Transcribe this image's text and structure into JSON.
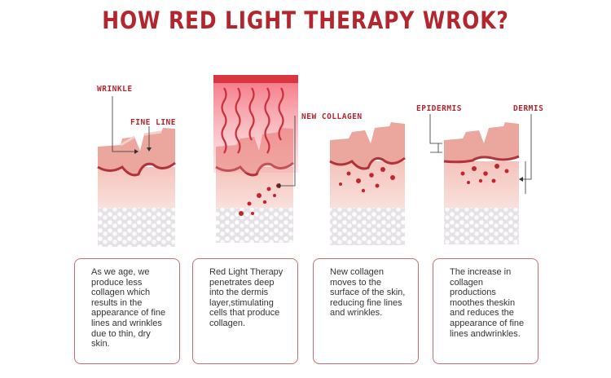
{
  "title": "HOW RED LIGHT THERAPY WROK?",
  "labels": {
    "wrinkle": "WRINKLE",
    "fine_line": "FINE LINE",
    "new_collagen": "NEW COLLAGEN",
    "epidermis": "EPIDERMIS",
    "dermis": "DERMIS"
  },
  "cards": [
    {
      "text": "As we age, we produce less collagen which results in the appearance of fine lines and wrinkles due to thin, dry skin."
    },
    {
      "text": "Red Light Therapy penetrates deep into the dermis layer,stimulating cells that produce collagen."
    },
    {
      "text": "New collagen moves to the surface of the skin, reducing fine lines and wrinkles."
    },
    {
      "text": "The increase in collagen productions moothes theskin and reduces the appearance of fine lines andwrinkles."
    }
  ],
  "colors": {
    "accent": "#b3262d",
    "skin": "#f0b9ad",
    "dermis": "#f6d3cf",
    "fat": "#f1eef1"
  }
}
